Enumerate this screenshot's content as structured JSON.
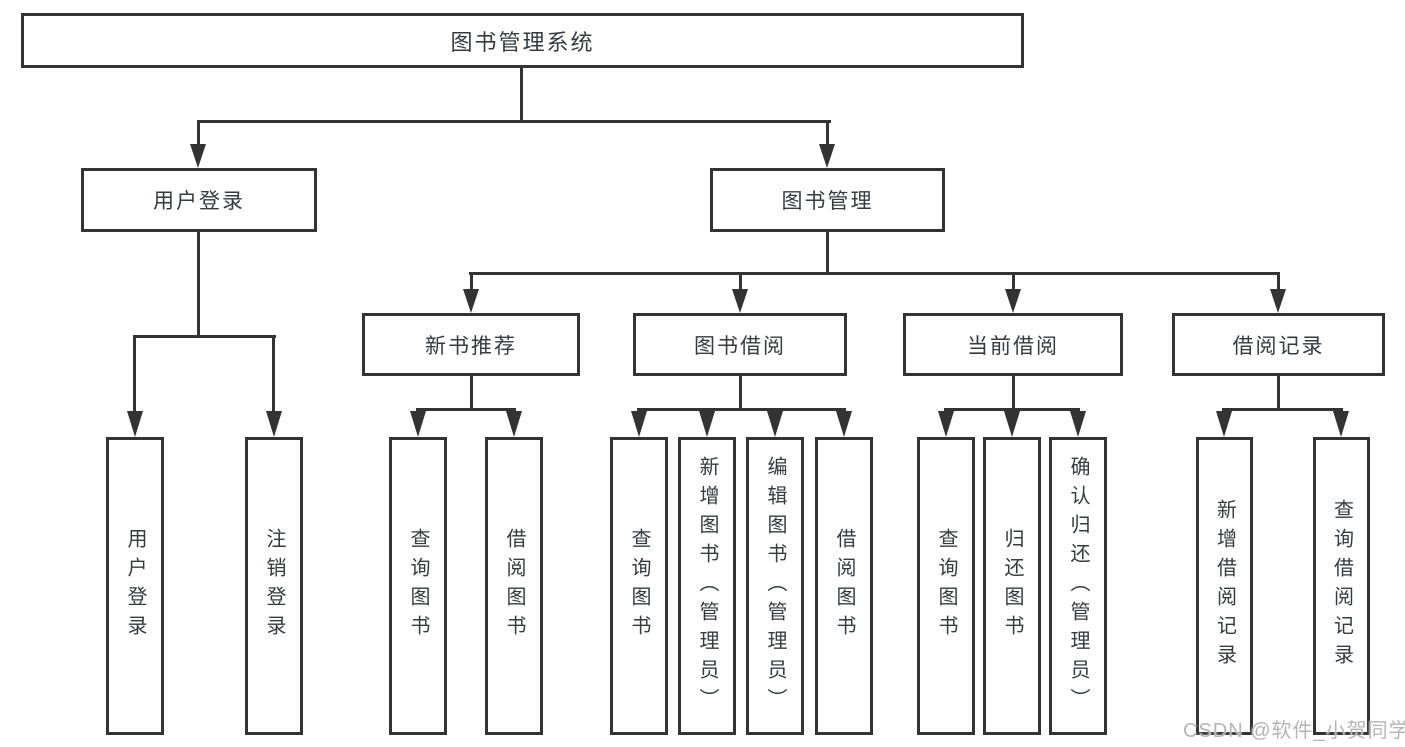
{
  "tree": {
    "label": "图书管理系统",
    "children": [
      {
        "label": "用户登录",
        "children": [
          {
            "label": "用户登录"
          },
          {
            "label": "注销登录"
          }
        ]
      },
      {
        "label": "图书管理",
        "children": [
          {
            "label": "新书推荐",
            "children": [
              {
                "label": "查询图书"
              },
              {
                "label": "借阅图书"
              }
            ]
          },
          {
            "label": "图书借阅",
            "children": [
              {
                "label": "查询图书"
              },
              {
                "label": "新增图书（管理员）"
              },
              {
                "label": "编辑图书（管理员）"
              },
              {
                "label": "借阅图书"
              }
            ]
          },
          {
            "label": "当前借阅",
            "children": [
              {
                "label": "查询图书"
              },
              {
                "label": "归还图书"
              },
              {
                "label": "确认归还（管理员）"
              }
            ]
          },
          {
            "label": "借阅记录",
            "children": [
              {
                "label": "新增借阅记录"
              },
              {
                "label": "查询借阅记录"
              }
            ]
          }
        ]
      }
    ]
  },
  "watermark": {
    "text": "CSDN @软件_小贺同学"
  },
  "colors": {
    "line": "#333333",
    "text": "#363b40",
    "background": "#ffffff",
    "watermark": "#b5b5b5"
  }
}
